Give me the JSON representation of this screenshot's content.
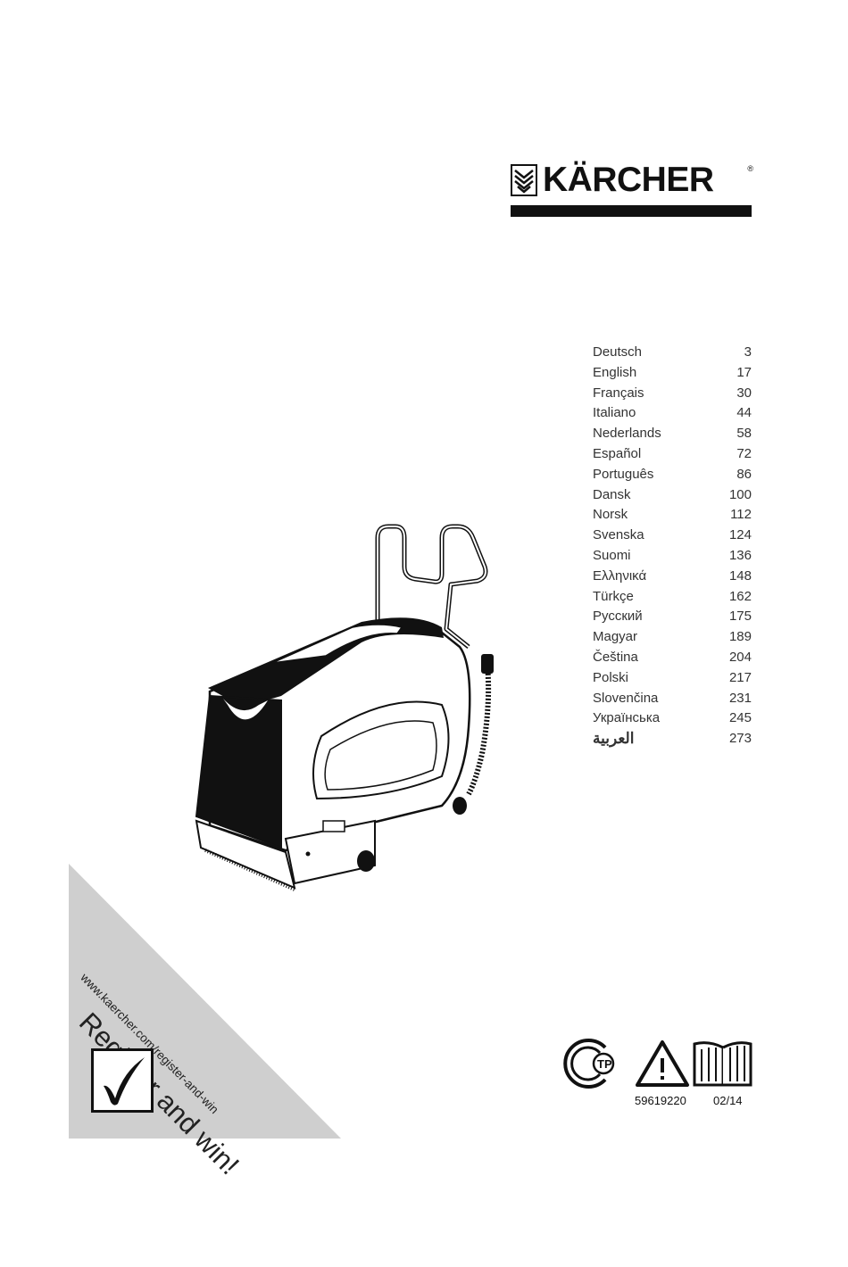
{
  "brand": {
    "name": "KÄRCHER",
    "registered": "®"
  },
  "languages": [
    {
      "name": "Deutsch",
      "page": "3"
    },
    {
      "name": "English",
      "page": "17"
    },
    {
      "name": "Français",
      "page": "30"
    },
    {
      "name": "Italiano",
      "page": "44"
    },
    {
      "name": "Nederlands",
      "page": "58"
    },
    {
      "name": "Español",
      "page": "72"
    },
    {
      "name": "Português",
      "page": "86"
    },
    {
      "name": "Dansk",
      "page": "100"
    },
    {
      "name": "Norsk",
      "page": "112"
    },
    {
      "name": "Svenska",
      "page": "124"
    },
    {
      "name": "Suomi",
      "page": "136"
    },
    {
      "name": "Ελληνικά",
      "page": "148"
    },
    {
      "name": "Türkçe",
      "page": "162"
    },
    {
      "name": "Русский",
      "page": "175"
    },
    {
      "name": "Magyar",
      "page": "189"
    },
    {
      "name": "Čeština",
      "page": "204"
    },
    {
      "name": "Polski",
      "page": "217"
    },
    {
      "name": "Slovenčina",
      "page": "231"
    },
    {
      "name": "Українська",
      "page": "245"
    },
    {
      "name": "العربية",
      "page": "273"
    }
  ],
  "register": {
    "title": "Register and win!",
    "url": "www.kaercher.com/register-and-win"
  },
  "footer": {
    "doc_number": "59619220",
    "date": "02/14"
  },
  "colors": {
    "banner_gray": "#cfcfcf",
    "text_dark": "#2a2a2a",
    "logo_black": "#111111"
  },
  "icons": [
    "karcher-emblem-icon",
    "gost-certification-icon",
    "warning-triangle-icon",
    "manual-book-icon",
    "checkmark-box-icon"
  ]
}
